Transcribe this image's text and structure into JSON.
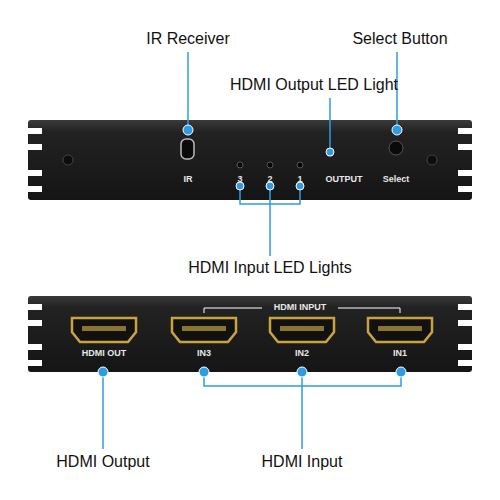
{
  "diagram": {
    "labels": [
      "IR Receiver",
      "Select Button",
      "HDMI Output LED Light",
      "IR",
      "3",
      "2",
      "1",
      "OUTPUT",
      "Select",
      "HDMI Input LED Lights",
      "HDMI INPUT",
      "HDMI OUT",
      "IN3",
      "IN2",
      "IN1",
      "HDMI Output",
      "HDMI Input"
    ]
  }
}
